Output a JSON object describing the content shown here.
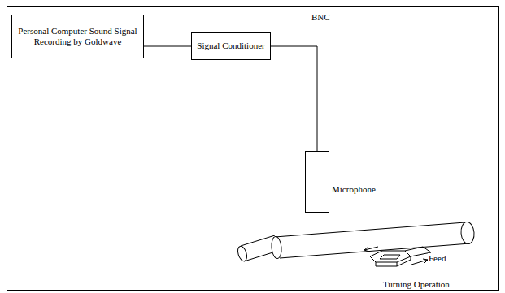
{
  "diagram": {
    "nodes": [
      {
        "text": [
          "Personal Computer Sound Signal Recording by Goldwave"
        ]
      },
      {
        "text": [
          "Signal Conditioner"
        ]
      },
      {
        "text": [
          "Microphone"
        ]
      }
    ],
    "edges": [
      {
        "from": 0,
        "to": 1,
        "arrow": "none"
      },
      {
        "from": 1,
        "to": 2,
        "label": "BNC",
        "arrow": "none"
      }
    ],
    "labels": [
      "Feed",
      "Turning Operation"
    ]
  }
}
